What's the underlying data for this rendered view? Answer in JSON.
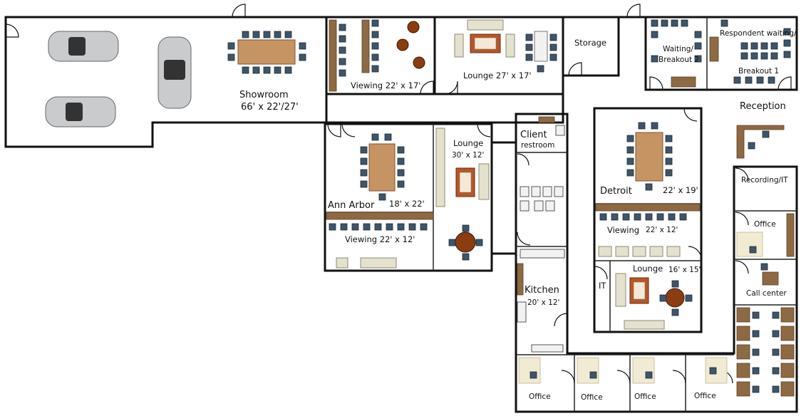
{
  "rooms": {
    "showroom": {
      "name": "Showroom",
      "size": "66' x 22'/27'"
    },
    "viewing_top": {
      "name": "Viewing 22' x 17'"
    },
    "lounge_top": {
      "name": "Lounge 27' x 17'"
    },
    "storage": {
      "name": "Storage"
    },
    "waiting_breakout2": {
      "line1": "Waiting/",
      "line2": "Breakout 2"
    },
    "respondent_waiting": {
      "line1": "Respondent waiting/",
      "line2": "Breakout 1"
    },
    "reception": {
      "name": "Reception"
    },
    "ann_arbor": {
      "name": "Ann Arbor",
      "size": "18' x 22'"
    },
    "lounge_mid": {
      "name": "Lounge",
      "size": "30' x 12'"
    },
    "viewing_mid": {
      "name": "Viewing 22' x 12'"
    },
    "client_restroom": {
      "line1": "Client",
      "line2": "restroom"
    },
    "kitchen": {
      "name": "Kitchen",
      "size": "20' x 12'"
    },
    "detroit": {
      "name": "Detroit",
      "size": "22' x 19'"
    },
    "viewing_right": {
      "name": "Viewing",
      "size": "22' x 12'"
    },
    "lounge_right": {
      "name": "Lounge",
      "size": "16' x 15'"
    },
    "it": {
      "name": "IT"
    },
    "recording_it": {
      "name": "Recording/IT"
    },
    "office_right": {
      "name": "Office"
    },
    "call_center": {
      "name": "Call center"
    },
    "office_b1": {
      "name": "Office"
    },
    "office_b2": {
      "name": "Office"
    },
    "office_b3": {
      "name": "Office"
    },
    "office_b4": {
      "name": "Office"
    }
  },
  "colors": {
    "wall": "#111111",
    "chair": "#3f5568",
    "table_wood": "#c69463",
    "table_round": "#8a3d10",
    "counter": "#8e6a44",
    "rug": "#b5572b"
  }
}
